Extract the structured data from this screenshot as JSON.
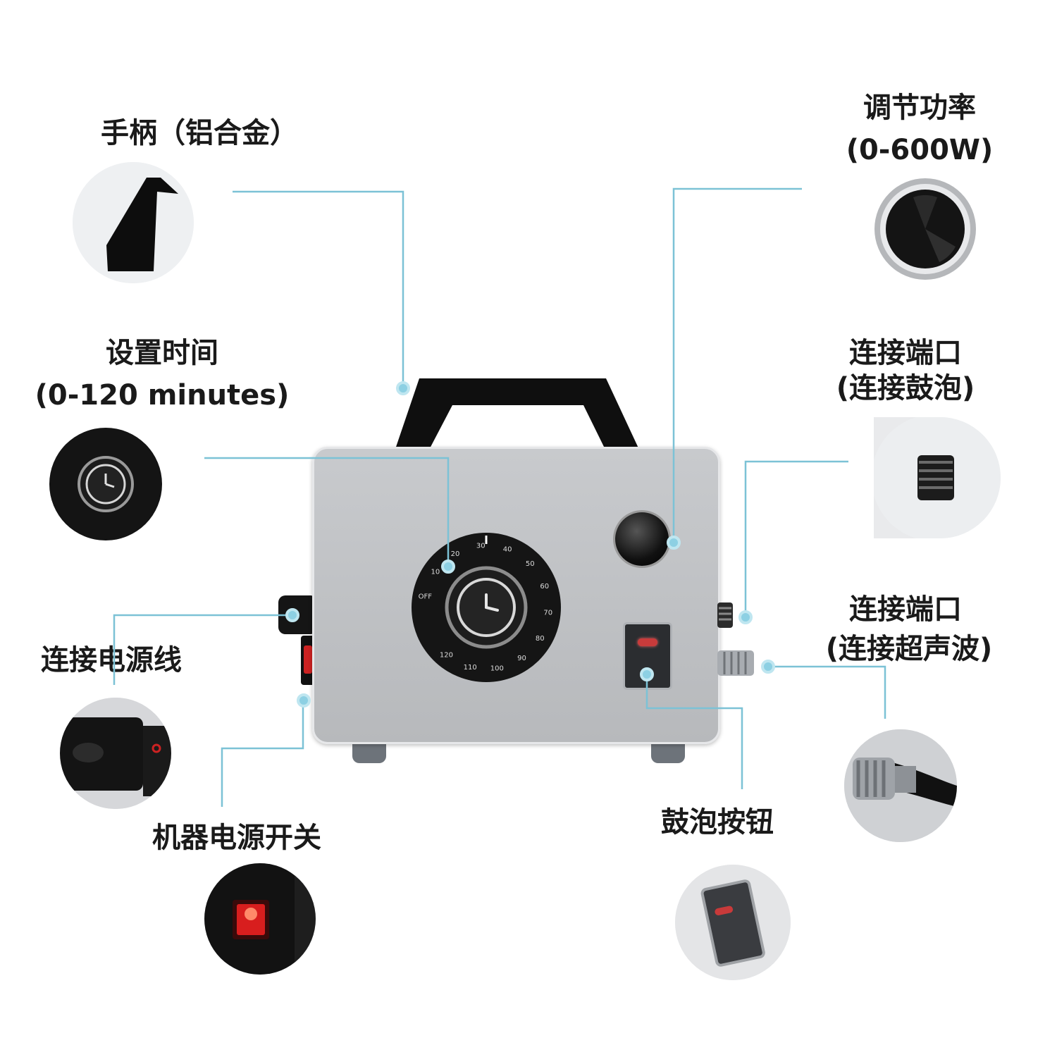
{
  "labels": {
    "handle": "手柄（铝合金）",
    "power": "调节功率",
    "power_range": "(0-600W)",
    "timer": "设置时间",
    "timer_range": "(0-120 minutes)",
    "bubble_port_title": "连接端口",
    "bubble_port_sub": "(连接鼓泡)",
    "power_cord": "连接电源线",
    "ultrasonic_port_title": "连接端口",
    "ultrasonic_port_sub": "(连接超声波)",
    "main_switch": "机器电源开关",
    "bubble_button": "鼓泡按钮"
  },
  "timer_dial": {
    "marks": [
      "OFF",
      "10",
      "20",
      "30",
      "40",
      "50",
      "60",
      "70",
      "80",
      "90",
      "100",
      "110",
      "120"
    ]
  },
  "colors": {
    "leader_line": "#7cc2d6",
    "dot": "#8dd0e3",
    "device_panel": "#c0c2c5"
  }
}
